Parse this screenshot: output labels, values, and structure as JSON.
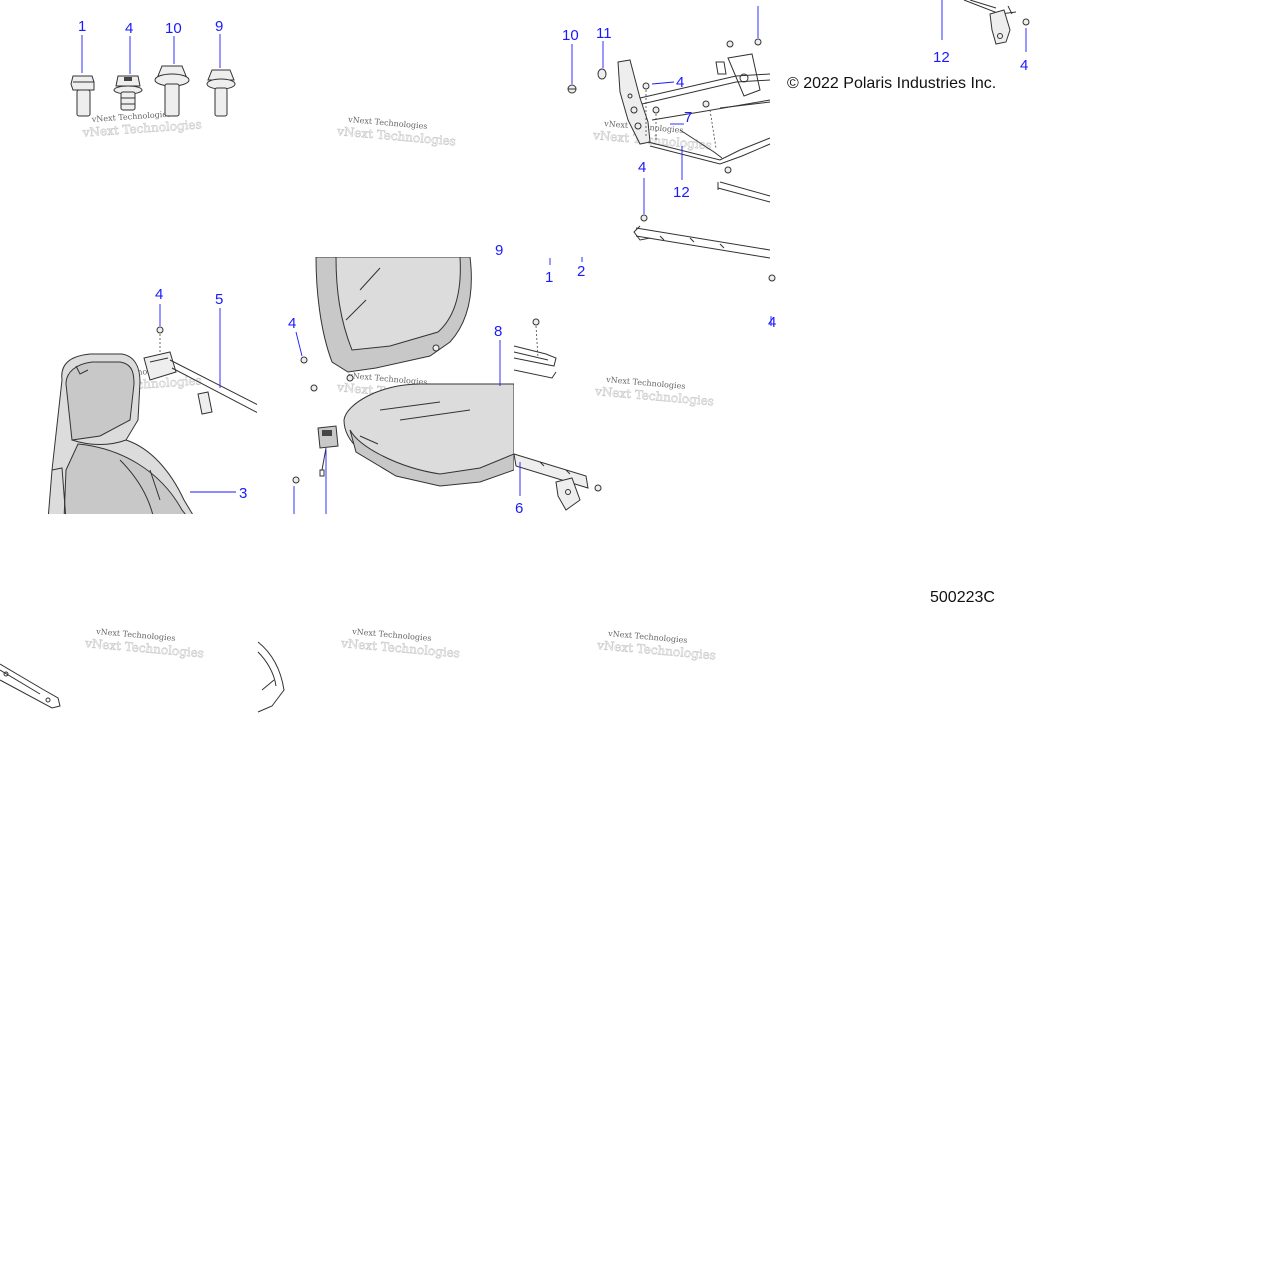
{
  "credits": {
    "copyright": "© 2022 Polaris Industries Inc.",
    "drawing_number": "500223C"
  },
  "watermark": {
    "text": "vNext Technologies"
  },
  "callouts": {
    "fastener_row": [
      "1",
      "4",
      "10",
      "9"
    ],
    "frame": [
      "10",
      "11",
      "4",
      "7",
      "12",
      "4",
      "12",
      "4"
    ],
    "headrest_panel": [
      "4",
      "5",
      "3"
    ],
    "seat_panel": [
      "9",
      "1",
      "2",
      "4",
      "8",
      "6",
      "4"
    ]
  },
  "colors": {
    "callout": "#1a1aff",
    "line_art": "#333333",
    "seat_fill": "#c8c8c8"
  }
}
